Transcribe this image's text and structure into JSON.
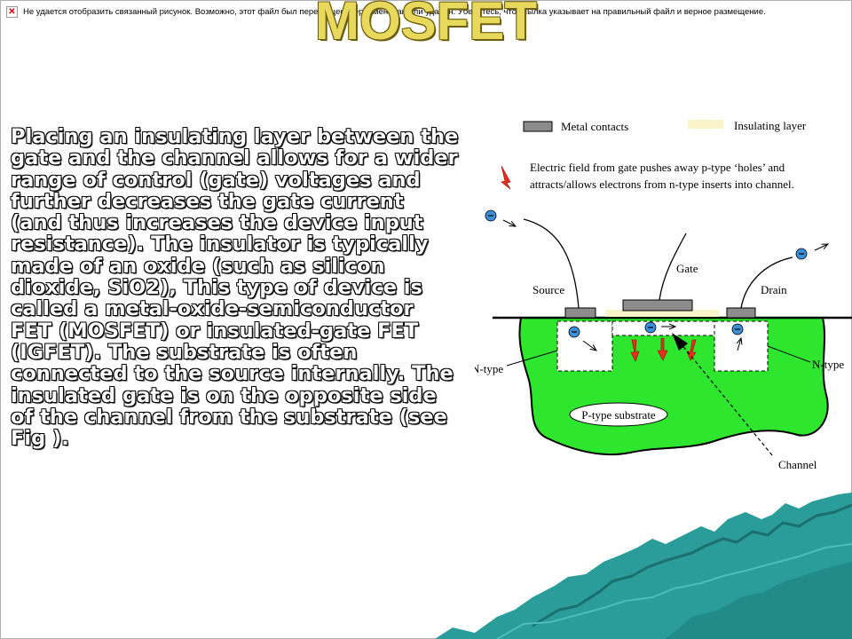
{
  "broken_image_notice": "Не удается отобразить связанный рисунок. Возможно, этот файл был перемещен, переименован или удален. Убедитесь, что ссылка указывает на правильный файл и верное размещение.",
  "title": "MOSFET",
  "body_text": "Placing an insulating layer between the gate and the channel allows for a wider range of control (gate) voltages and further decreases the gate current (and thus increases the device input resistance).  The insulator is typically made of an oxide (such as silicon dioxide, SiO2), This type of device is called a metal-oxide-semiconductor FET (MOSFET) or insulated-gate FET (IGFET).  The substrate is often connected to the source internally.  The insulated gate is on the opposite side of the channel from the substrate (see Fig ).",
  "figure": {
    "legend_metal": "Metal contacts",
    "legend_insulating": "Insulating layer",
    "legend_field_line1": "Electric field from gate pushes away p-type ‘holes’ and",
    "legend_field_line2": "attracts/allows electrons from n-type inserts into channel.",
    "gate": "Gate",
    "source": "Source",
    "drain": "Drain",
    "ntype_left": "N-type",
    "ntype_right": "N-type",
    "substrate": "P-type substrate",
    "channel": "Channel",
    "colors": {
      "substrate_green": "#2ee62e",
      "metal_gray": "#8c8c8c",
      "insulator_yellow": "#f8f3c8",
      "field_arrow_red": "#e83020",
      "electron_blue": "#3a8fd8"
    }
  },
  "decor": {
    "mountain_color": "#2a9c9a"
  }
}
